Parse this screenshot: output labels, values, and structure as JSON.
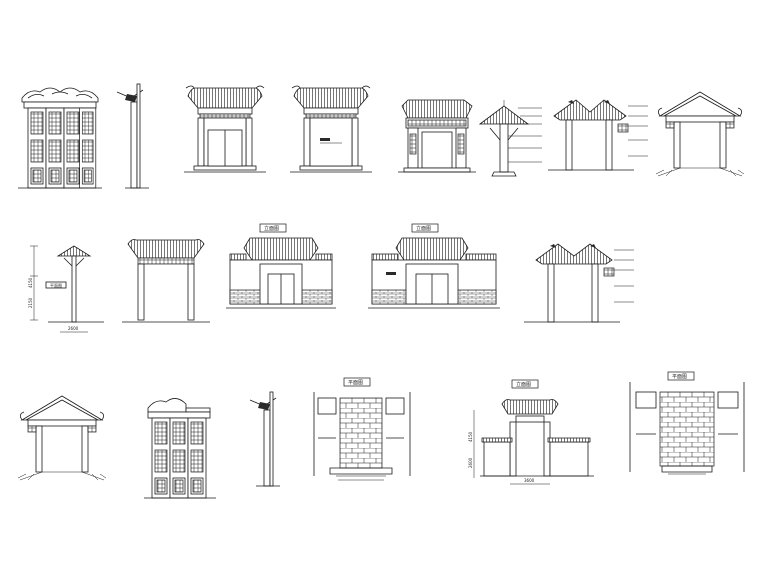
{
  "labels": {
    "elevation": "立面图",
    "plan": "平面图",
    "plaque": "平面图"
  },
  "dimensions": {
    "post_height": "4150",
    "post_mid": "2150",
    "post_width": "2600",
    "gate_height": "4150",
    "gate_mid": "2600",
    "gate_width": "3600"
  }
}
